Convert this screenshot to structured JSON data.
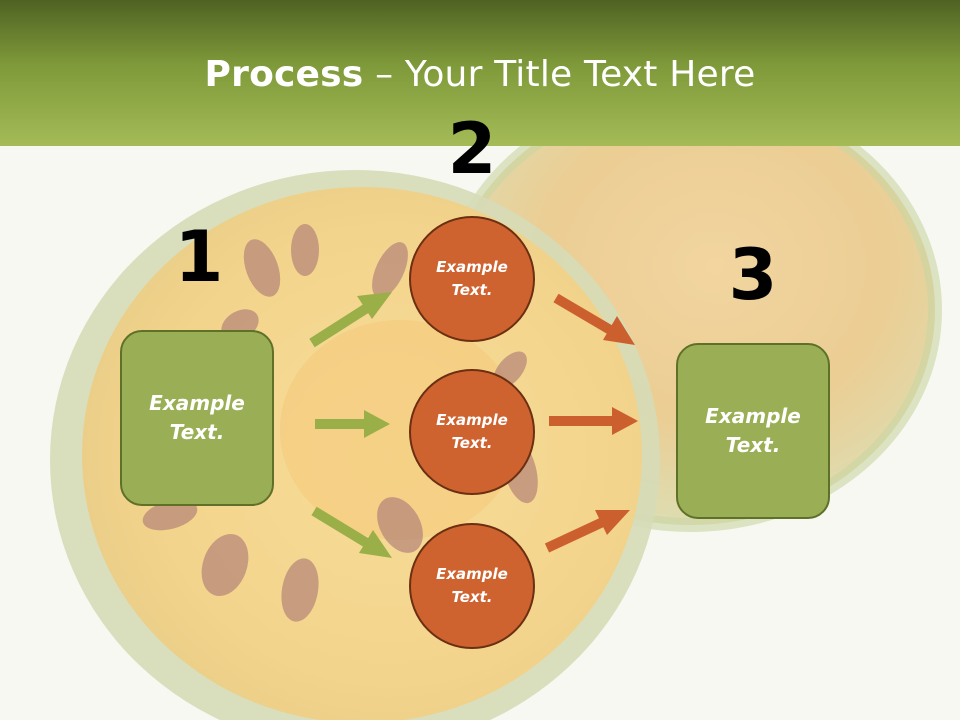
{
  "title": {
    "bold": "Process",
    "rest": " – Your Title Text Here"
  },
  "steps": {
    "one": "1",
    "two": "2",
    "three": "3"
  },
  "left_box": {
    "label": "Example Text."
  },
  "circles": [
    {
      "label": "Example Text."
    },
    {
      "label": "Example Text."
    },
    {
      "label": "Example Text."
    }
  ],
  "right_box": {
    "label": "Example Text."
  },
  "colors": {
    "green": "#9aaf55",
    "orange": "#cf6330",
    "arrow_green": "#9aaf48",
    "arrow_orange": "#cc5f2e"
  }
}
